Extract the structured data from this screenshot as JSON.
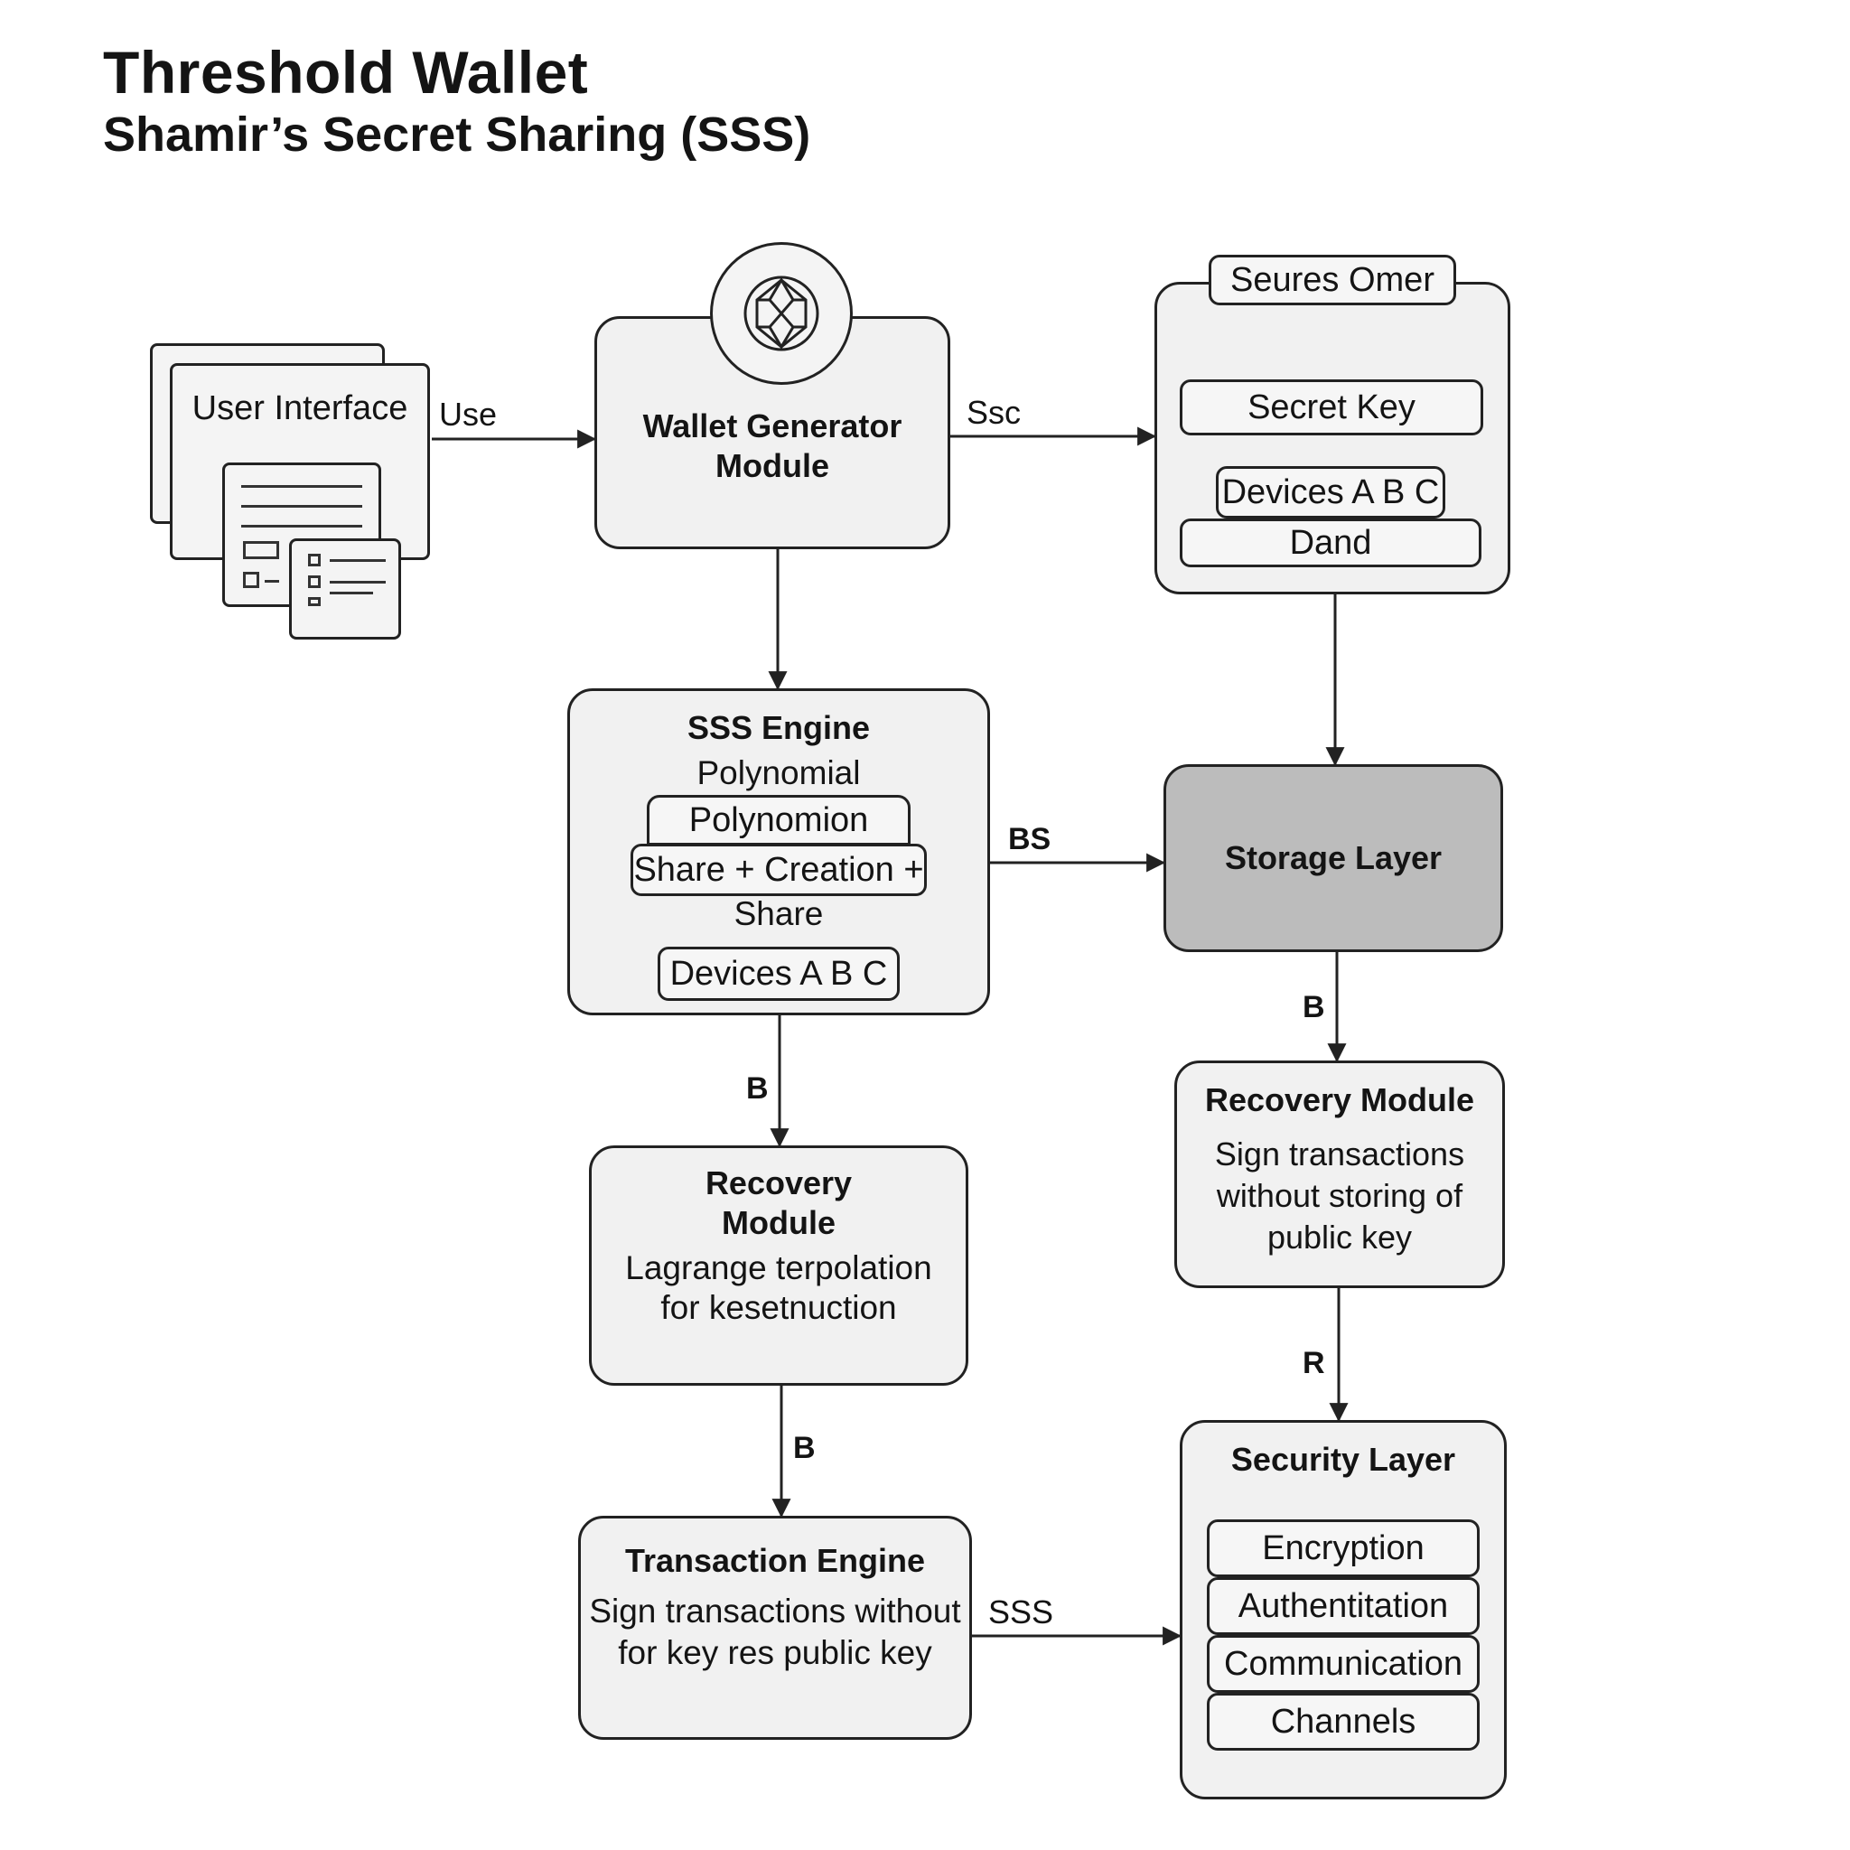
{
  "title": "Threshold Wallet",
  "subtitle": "Shamir’s Secret Sharing (SSS)",
  "user_interface": {
    "label": "User Interface",
    "edge_label": "Use"
  },
  "wallet_generator": {
    "title_line1": "Wallet Generator",
    "title_line2": "Module",
    "edge_label": "Ssc"
  },
  "secret_group": {
    "header": "Seures Omer",
    "items": [
      "Secret Key",
      "Devices A B C",
      "Dand"
    ]
  },
  "sss_engine": {
    "title": "SSS Engine",
    "line1": "Polynomial",
    "pill1": "Polynomion",
    "pill2": "Share + Creation +",
    "line2": "Share",
    "pill3": "Devices A B C",
    "edge_label": "BS"
  },
  "storage_layer": {
    "title": "Storage Layer",
    "edge_label": "B"
  },
  "recovery_left": {
    "title_line1": "Recovery",
    "title_line2": "Module",
    "desc_line1": "Lagrange terpolation",
    "desc_line2": "for kesetnuction",
    "edge_in_label": "B",
    "edge_out_label": "B"
  },
  "recovery_right": {
    "title": "Recovery Module",
    "desc_line1": "Sign transactions",
    "desc_line2": "without storing of",
    "desc_line3": "public key",
    "edge_label": "R"
  },
  "transaction_engine": {
    "title": "Transaction Engine",
    "desc_line1": "Sign transactions without",
    "desc_line2": "for key res public key",
    "edge_label": "SSS"
  },
  "security_layer": {
    "title": "Security Layer",
    "items": [
      "Encryption",
      "Authentitation",
      "Communication",
      "Channels"
    ]
  },
  "colors": {
    "stroke": "#222222",
    "node_fill": "#f1f1f1",
    "storage_fill": "#bcbcbc"
  }
}
